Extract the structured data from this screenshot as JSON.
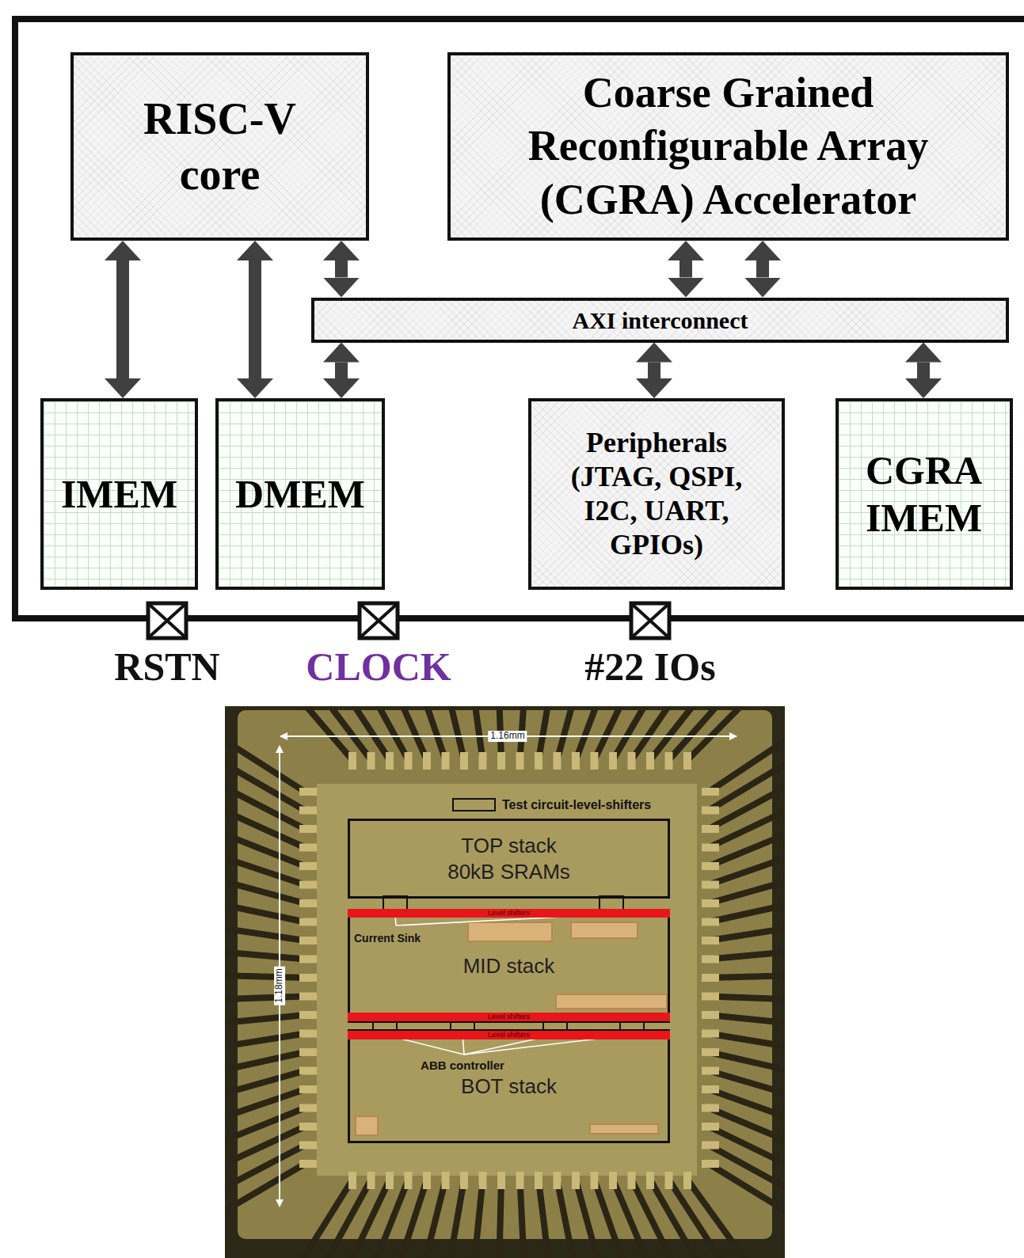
{
  "diagram": {
    "nodes": [
      {
        "text": [
          "RISC-V core"
        ]
      },
      {
        "text": [
          "Coarse Grained Reconfigurable Array (CGRA) Accelerator"
        ]
      },
      {
        "text": [
          "AXI interconnect"
        ]
      },
      {
        "text": [
          "IMEM"
        ]
      },
      {
        "text": [
          "DMEM"
        ]
      },
      {
        "text": [
          "Peripherals (JTAG, QSPI, I2C, UART, GPIOs)"
        ]
      },
      {
        "text": [
          "CGRA IMEM"
        ]
      },
      {
        "text": [
          "Test circuit-level-shifters"
        ]
      },
      {
        "text": [
          "TOP stack 80kB SRAMs"
        ]
      },
      {
        "text": [
          "MID stack"
        ]
      },
      {
        "text": [
          "Level shifters"
        ],
        "in": 9
      },
      {
        "text": [
          "Level shifters"
        ],
        "in": 9
      },
      {
        "text": [
          "BOT stack"
        ]
      },
      {
        "text": [
          "Level shifters"
        ],
        "in": 12
      }
    ],
    "edges": [
      {
        "from": 0,
        "to": 3,
        "arrow": "both"
      },
      {
        "from": 0,
        "to": 4,
        "arrow": "both"
      },
      {
        "from": 0,
        "to": 2,
        "arrow": "both"
      },
      {
        "from": 2,
        "to": 4,
        "arrow": "both"
      },
      {
        "from": 1,
        "to": 2,
        "arrow": "both"
      },
      {
        "from": 1,
        "to": 2,
        "arrow": "both"
      },
      {
        "from": 2,
        "to": 5,
        "arrow": "both"
      },
      {
        "from": 2,
        "to": 6,
        "arrow": "both"
      }
    ],
    "labels": [
      "RSTN",
      "CLOCK",
      "#22 IOs",
      "1.16mm",
      "1.18mm",
      "Current Sink",
      "ABB controller"
    ]
  }
}
